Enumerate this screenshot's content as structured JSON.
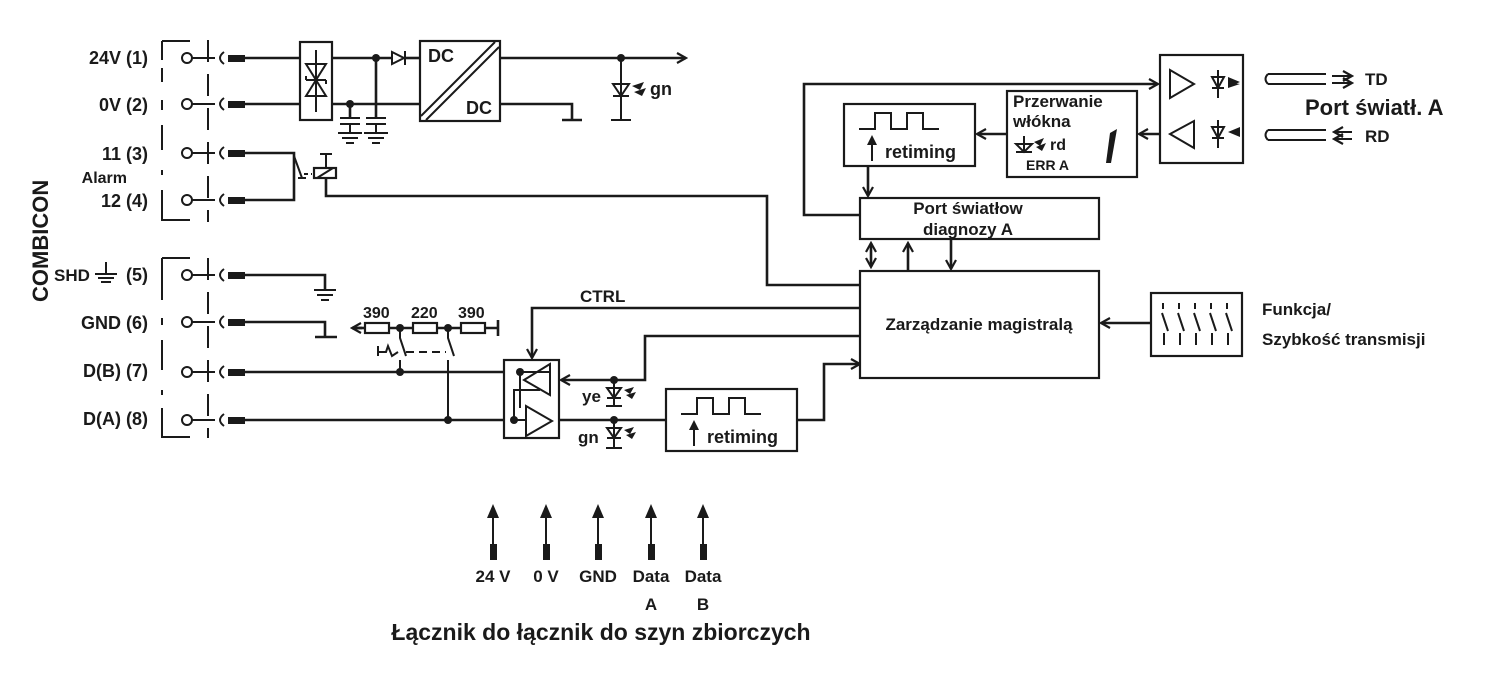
{
  "combicon": {
    "title": "COMBICON",
    "terminals": [
      {
        "label": "24V (1)"
      },
      {
        "label": "0V (2)"
      },
      {
        "label": "11 (3)"
      },
      {
        "label": "12 (4)"
      },
      {
        "label": "SHD",
        "suffix": "(5)"
      },
      {
        "label": "GND (6)"
      },
      {
        "label": "D(B) (7)"
      },
      {
        "label": "D(A) (8)"
      }
    ],
    "alarm_label": "Alarm"
  },
  "power": {
    "dc_in": "DC",
    "dc_out": "DC",
    "led_label": "gn"
  },
  "resistors": [
    "390",
    "220",
    "390"
  ],
  "ctrl_label": "CTRL",
  "transceiver_leds": {
    "rx": "ye",
    "tx": "gn"
  },
  "retiming_label": "retiming",
  "fiber_break": {
    "line1": "Przerwanie",
    "line2": "włókna",
    "led": "rd",
    "err": "ERR A"
  },
  "diag_port": {
    "line1": "Port światłow",
    "line2": "diagnozy A"
  },
  "bus_mgmt": "Zarządzanie magistralą",
  "optical_port": {
    "td": "TD",
    "rd": "RD",
    "title": "Port światł. A"
  },
  "dip_switch": {
    "line1": "Funkcja/",
    "line2": "Szybkość transmisji"
  },
  "bus_connector": {
    "pins": [
      {
        "top": "24 V",
        "bottom": ""
      },
      {
        "top": "0 V",
        "bottom": ""
      },
      {
        "top": "GND",
        "bottom": ""
      },
      {
        "top": "Data",
        "bottom": "A"
      },
      {
        "top": "Data",
        "bottom": "B"
      }
    ],
    "title": "Łącznik do łącznik do szyn zbiorczych"
  }
}
